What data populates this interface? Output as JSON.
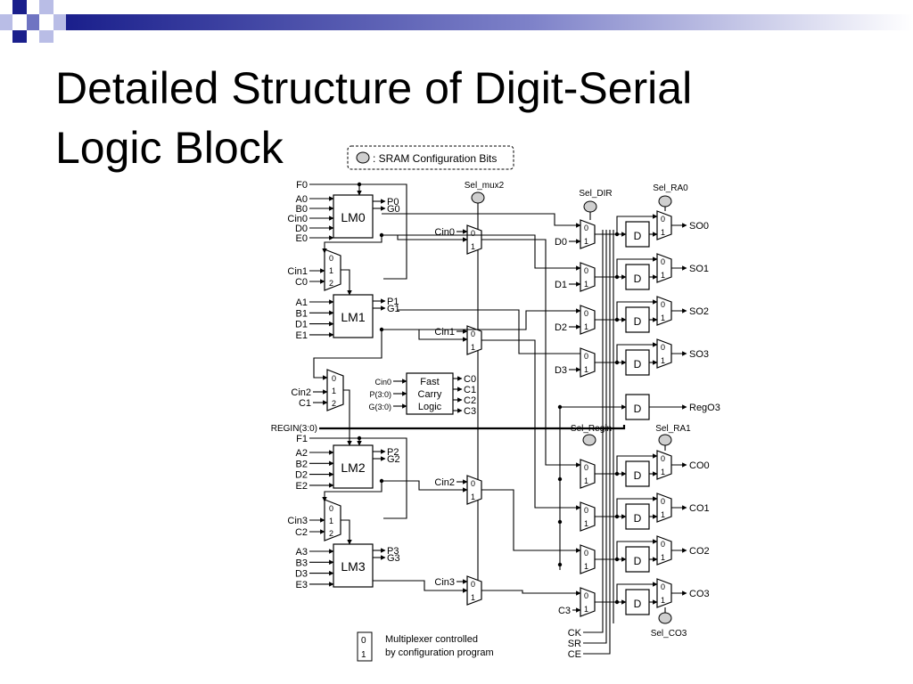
{
  "slide": {
    "title_line1": "Detailed Structure of Digit-Serial",
    "title_line2": "Logic Block"
  },
  "legend": {
    "sram_label": ": SRAM Configuration Bits",
    "mux_label_line1": "Multiplexer controlled",
    "mux_label_line2": "by configuration program",
    "mux_in0": "0",
    "mux_in1": "1"
  },
  "config_labels": {
    "sel_mux2": "Sel_mux2",
    "sel_dir": "Sel_DIR",
    "sel_ra0": "Sel_RA0",
    "sel_regin": "Sel_Regin",
    "sel_ra1": "Sel_RA1",
    "sel_co3": "Sel_CO3"
  },
  "logic_modules": [
    {
      "name": "LM0",
      "inputs": [
        "A0",
        "B0",
        "Cin0",
        "D0",
        "E0"
      ],
      "outputs": [
        "P0",
        "G0"
      ]
    },
    {
      "name": "LM1",
      "inputs": [
        "A1",
        "B1",
        "D1",
        "E1"
      ],
      "outputs": [
        "P1",
        "G1"
      ]
    },
    {
      "name": "LM2",
      "inputs": [
        "A2",
        "B2",
        "D2",
        "E2"
      ],
      "outputs": [
        "P2",
        "G2"
      ]
    },
    {
      "name": "LM3",
      "inputs": [
        "A3",
        "B3",
        "D3",
        "E3"
      ],
      "outputs": [
        "P3",
        "G3"
      ]
    }
  ],
  "f_inputs": [
    "F0",
    "F1"
  ],
  "three_input_muxes": [
    {
      "inputs": [
        "Cin1",
        "C0"
      ],
      "ports": [
        "0",
        "1",
        "2"
      ]
    },
    {
      "inputs": [
        "Cin2",
        "C1"
      ],
      "ports": [
        "0",
        "1",
        "2"
      ]
    },
    {
      "inputs": [
        "Cin3",
        "C2"
      ],
      "ports": [
        "0",
        "1",
        "2"
      ]
    }
  ],
  "carry_muxes": [
    "Cin0",
    "Cin1",
    "Cin2",
    "Cin3"
  ],
  "fast_carry": {
    "line1": "Fast",
    "line2": "Carry",
    "line3": "Logic",
    "inputs": [
      "Cin0",
      "P(3:0)",
      "G(3:0)"
    ],
    "outputs": [
      "C0",
      "C1",
      "C2",
      "C3"
    ]
  },
  "regin_label": "REGIN(3:0)",
  "register_label": "D",
  "dir_inputs": [
    "D0",
    "D1",
    "D2",
    "D3",
    "C3"
  ],
  "serial_outputs": [
    "SO0",
    "SO1",
    "SO2",
    "SO3"
  ],
  "reg_output": "RegO3",
  "carry_outputs": [
    "CO0",
    "CO1",
    "CO2",
    "CO3"
  ],
  "control_signals": [
    "CK",
    "SR",
    "CE"
  ],
  "colors": {
    "decor_dark": "#1a1f8c",
    "decor_light": "#b9bde6",
    "decor_mid": "#6f74c2",
    "sram_fill": "#cfcfcf"
  }
}
